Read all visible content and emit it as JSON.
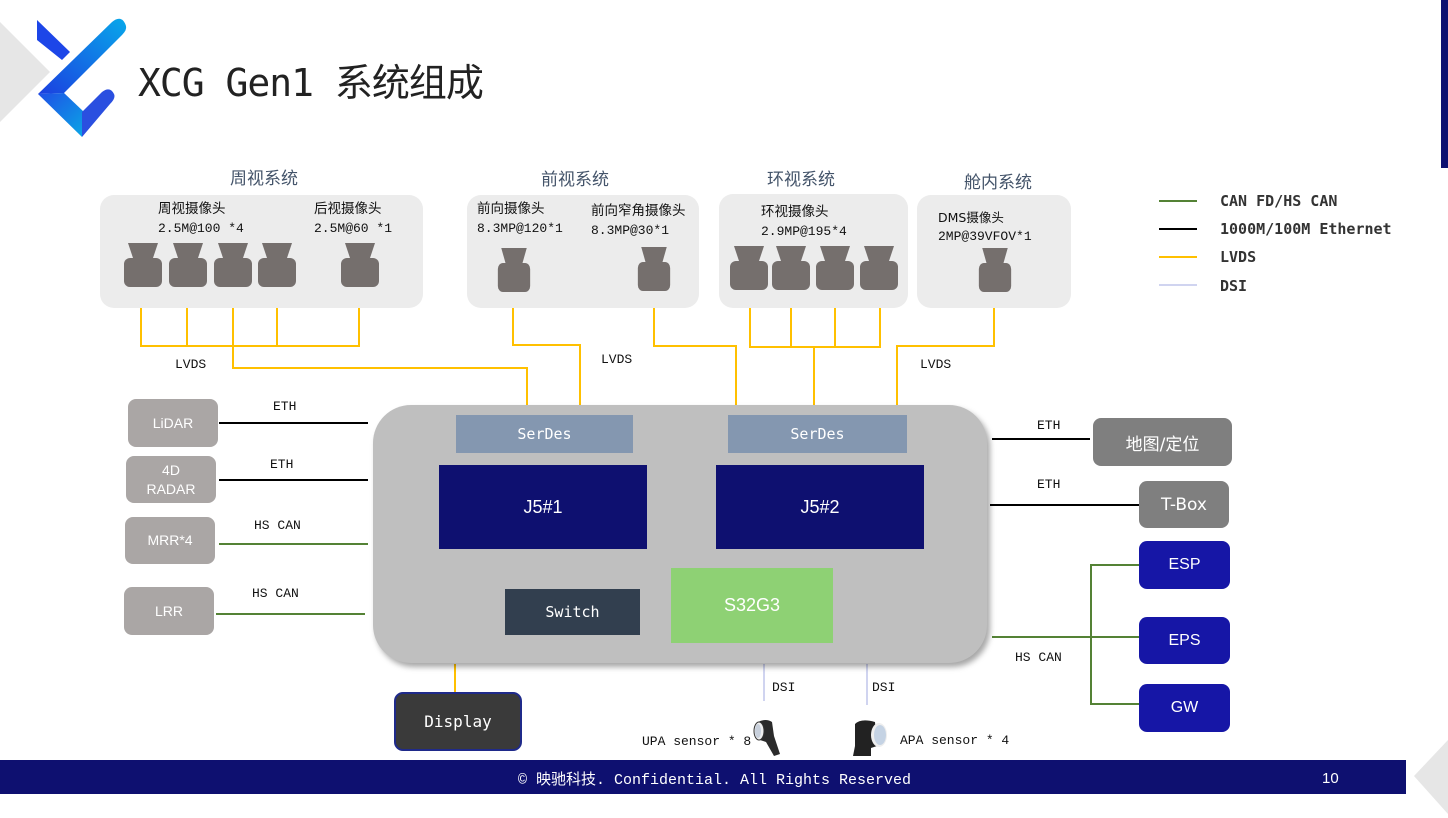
{
  "header": {
    "title": "XCG Gen1 系统组成"
  },
  "camera_groups": [
    {
      "title": "周视系统",
      "cams": [
        {
          "name": "周视摄像头",
          "spec": "2.5M@100 *4"
        },
        {
          "name": "后视摄像头",
          "spec": "2.5M@60 *1"
        }
      ]
    },
    {
      "title": "前视系统",
      "cams": [
        {
          "name": "前向摄像头",
          "spec": "8.3MP@120*1"
        },
        {
          "name": "前向窄角摄像头",
          "spec": "8.3MP@30*1"
        }
      ]
    },
    {
      "title": "环视系统",
      "cams": [
        {
          "name": "环视摄像头",
          "spec": "2.9MP@195*4"
        }
      ]
    },
    {
      "title": "舱内系统",
      "cams": [
        {
          "name": "DMS摄像头",
          "spec": "2MP@39VFOV*1"
        }
      ]
    }
  ],
  "legend": [
    {
      "label": "CAN FD/HS CAN",
      "color": "#548235"
    },
    {
      "label": "1000M/100M Ethernet",
      "color": "#000000"
    },
    {
      "label": "LVDS",
      "color": "#ffc000"
    },
    {
      "label": "DSI",
      "color": "#d0d4f0"
    }
  ],
  "wire_labels": {
    "lvds_left": "LVDS",
    "lvds_mid": "LVDS",
    "lvds_right": "LVDS",
    "eth_lidar": "ETH",
    "eth_radar": "ETH",
    "can_mrr": "HS CAN",
    "can_lrr": "HS CAN",
    "eth_map": "ETH",
    "eth_tbox": "ETH",
    "can_chassis": "HS CAN",
    "dsi_1": "DSI",
    "dsi_2": "DSI"
  },
  "left_sensors": [
    {
      "label": "LiDAR"
    },
    {
      "label": "4D RADAR"
    },
    {
      "label": "MRR*4"
    },
    {
      "label": "LRR"
    }
  ],
  "ecu": {
    "serdes_1": "SerDes",
    "serdes_2": "SerDes",
    "soc_1": "J5#1",
    "soc_2": "J5#2",
    "switch": "Switch",
    "mcu": "S32G3"
  },
  "right_nodes": {
    "map": "地图/定位",
    "tbox": "T-Box",
    "esp": "ESP",
    "eps": "EPS",
    "gw": "GW"
  },
  "display": "Display",
  "ultrasonic": {
    "upa": "UPA sensor * 8",
    "apa": "APA sensor * 4"
  },
  "footer": {
    "text": "© 映驰科技. Confidential. All Rights Reserved",
    "page": "10"
  },
  "colors": {
    "navy": "#0e1070",
    "lvds": "#ffc000",
    "can": "#548235",
    "eth": "#000000",
    "dsi": "#d0d4f0"
  }
}
